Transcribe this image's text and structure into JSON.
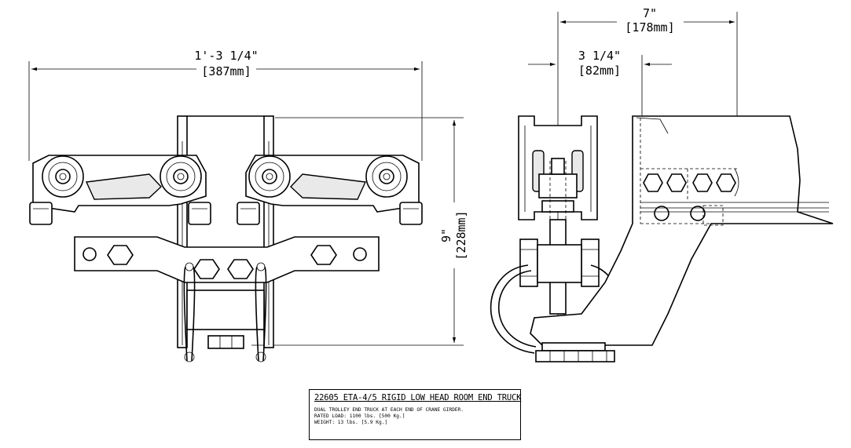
{
  "dimensions": {
    "overall_width": {
      "imperial": "1'-3 1/4\"",
      "metric": "[387mm]"
    },
    "height": {
      "imperial": "9\"",
      "metric": "[228mm]"
    },
    "side_offset_large": {
      "imperial": "7\"",
      "metric": "[178mm]"
    },
    "side_offset_small": {
      "imperial": "3 1/4\"",
      "metric": "[82mm]"
    }
  },
  "title_block": {
    "title": "22605 ETA-4/5 RIGID LOW HEAD ROOM END TRUCK",
    "lines": [
      "DUAL TROLLEY END TRUCK AT EACH END OF CRANE GIRDER.",
      "RATED LOAD: 1100 lbs. [500 Kg.]",
      "WEIGHT: 13 lbs. [5.9 Kg.]"
    ]
  }
}
